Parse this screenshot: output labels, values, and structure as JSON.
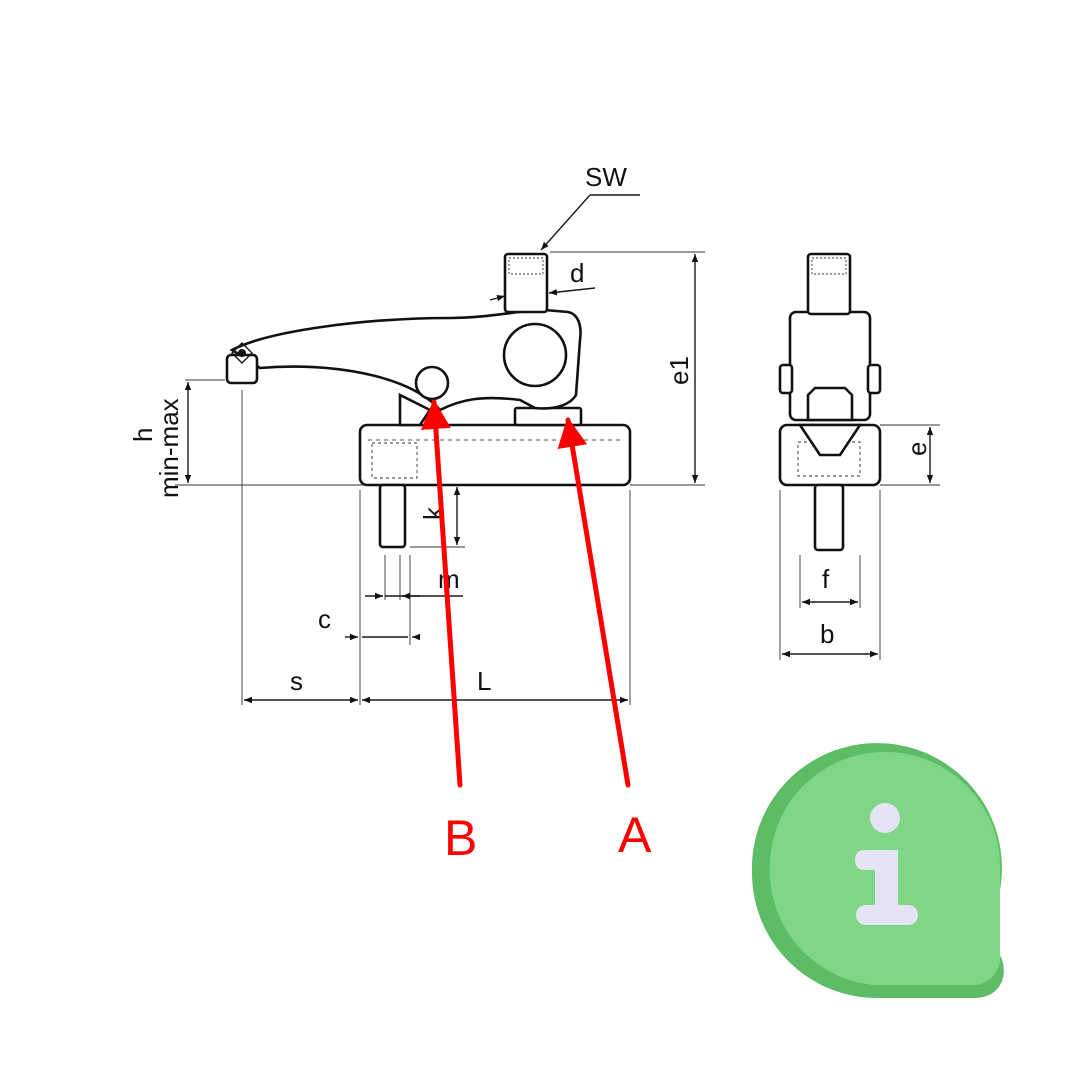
{
  "diagram": {
    "dimensions": {
      "sw": "SW",
      "d": "d",
      "e1": "e1",
      "h": "h",
      "minmax": "min-max",
      "k": "k",
      "m": "m",
      "c": "c",
      "s": "s",
      "L": "L",
      "e": "e",
      "f": "f",
      "b": "b"
    },
    "callouts": {
      "a": "A",
      "b": "B"
    },
    "colors": {
      "callout": "#ff0000",
      "info_bubble": "#7fd685",
      "info_bubble_shadow": "#5cbd66",
      "info_glyph": "#e4e4f4"
    },
    "icons": {
      "info": "info-bubble-icon"
    }
  }
}
